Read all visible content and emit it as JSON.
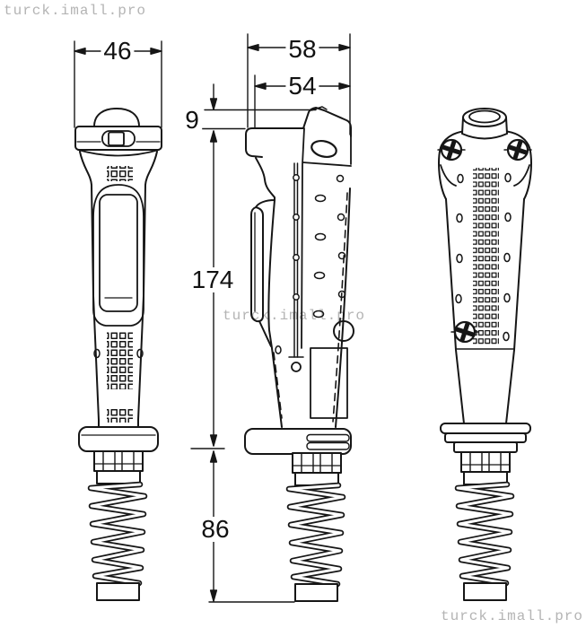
{
  "watermarks": {
    "top_left": "turck.imall.pro",
    "center": "turck.imall.pro",
    "bottom_right": "turck.imall.pro"
  },
  "dimensions": {
    "front_width": "46",
    "side_overall_width": "58",
    "side_body_width": "54",
    "top_button_height": "9",
    "body_height": "174",
    "strain_relief_height": "86"
  }
}
